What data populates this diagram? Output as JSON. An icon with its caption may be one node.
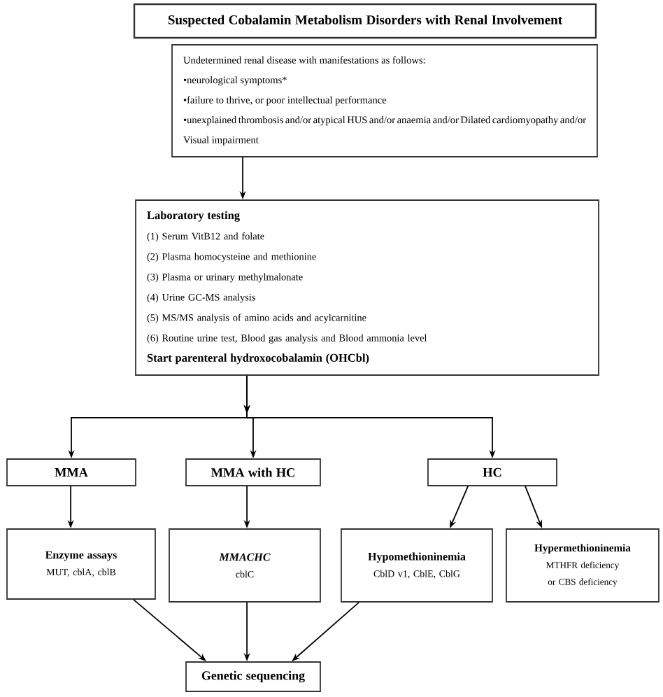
{
  "diagram": {
    "nodes": [
      {
        "text": [
          "Suspected Cobalamin Metabolism Disorders with Renal Involvement"
        ]
      },
      {
        "text": [
          "Undetermined renal disease with manifestations as follows:",
          "•neurological symptoms*",
          "•failure to thrive, or poor intellectual performance",
          "•unexplained thrombosis and/or atypical HUS and/or anaemia and/or Dilated cardiomyopathy and/or Visual impairment"
        ]
      },
      {
        "text": [
          "Laboratory testing",
          "(1) Serum VitB12 and folate",
          "(2) Plasma homocysteine and methionine",
          "(3) Plasma or urinary methylmalonate",
          "(4) Urine GC-MS analysis",
          "(5) MS/MS analysis of amino acids and acylcarnitine",
          "(6) Routine urine test, Blood gas analysis and Blood ammonia level",
          "Start parenteral hydroxocobalamin (OHCbl)"
        ]
      },
      {
        "text": [
          "MMA"
        ]
      },
      {
        "text": [
          "MMA with HC"
        ]
      },
      {
        "text": [
          "HC"
        ]
      },
      {
        "text": [
          "Enzyme assays",
          "MUT, cblA, cblB"
        ]
      },
      {
        "text": [
          "MMACHC",
          "cblC"
        ]
      },
      {
        "text": [
          "Hypomethioninemia",
          "CblD v1, CblE, CblG"
        ]
      },
      {
        "text": [
          "Hypermethioninemia",
          "MTHFR deficiency or CBS deficiency"
        ]
      },
      {
        "text": [
          "Genetic sequencing"
        ]
      }
    ],
    "edges": [
      {
        "from": 1,
        "to": 2,
        "arrow": "to"
      },
      {
        "from": 2,
        "to": 3,
        "arrow": "to"
      },
      {
        "from": 2,
        "to": 4,
        "arrow": "to"
      },
      {
        "from": 2,
        "to": 5,
        "arrow": "to"
      },
      {
        "from": 3,
        "to": 6,
        "arrow": "to"
      },
      {
        "from": 4,
        "to": 7,
        "arrow": "to"
      },
      {
        "from": 5,
        "to": 8,
        "arrow": "to"
      },
      {
        "from": 5,
        "to": 9,
        "arrow": "to"
      },
      {
        "from": 6,
        "to": 10,
        "arrow": "to"
      },
      {
        "from": 7,
        "to": 10,
        "arrow": "to"
      },
      {
        "from": 8,
        "to": 10,
        "arrow": "to"
      }
    ]
  }
}
